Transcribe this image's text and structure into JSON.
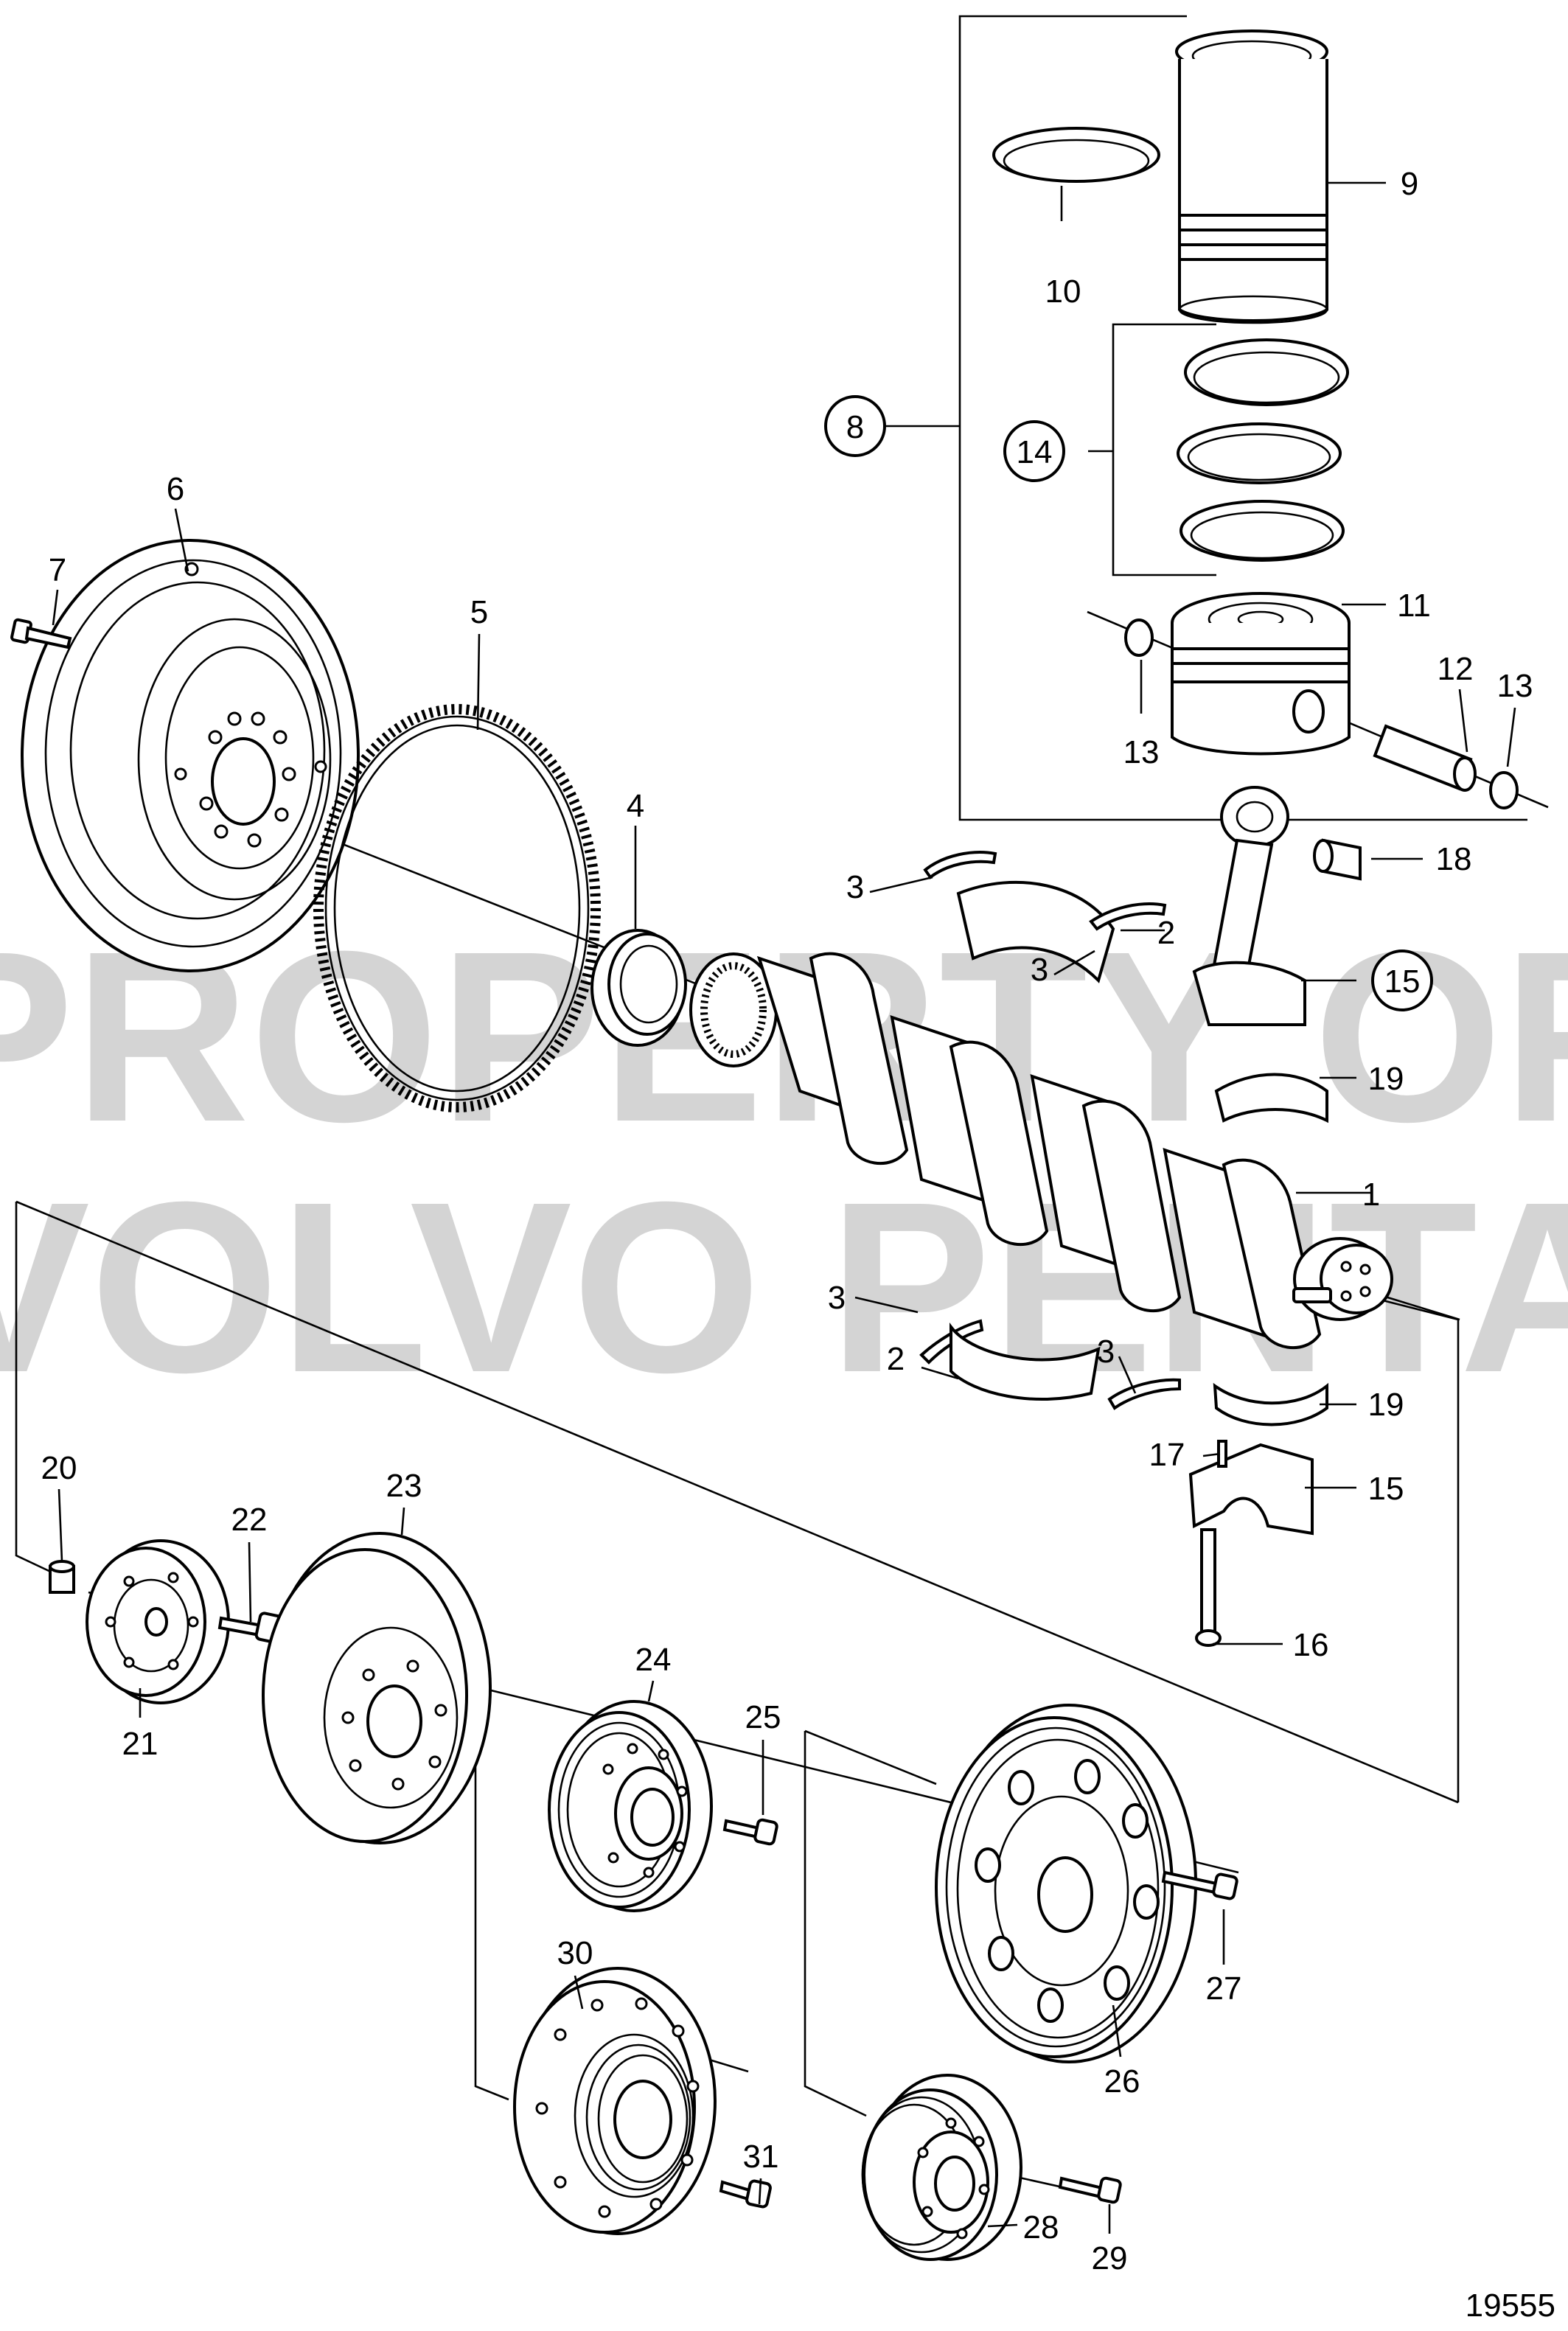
{
  "watermark": {
    "line1": "PROPERTY OF",
    "line2": "VOLVO PENTA"
  },
  "drawing_number": "19555",
  "callouts": {
    "c1": "1",
    "c2a": "2",
    "c2b": "2",
    "c3a": "3",
    "c3b": "3",
    "c3c": "3",
    "c3d": "3",
    "c4": "4",
    "c5": "5",
    "c6": "6",
    "c7": "7",
    "c8": "8",
    "c9": "9",
    "c10": "10",
    "c11": "11",
    "c12": "12",
    "c13a": "13",
    "c13b": "13",
    "c14": "14",
    "c15a": "15",
    "c15b": "15",
    "c16": "16",
    "c17": "17",
    "c18": "18",
    "c19a": "19",
    "c19b": "19",
    "c20": "20",
    "c21": "21",
    "c22": "22",
    "c23": "23",
    "c24": "24",
    "c25": "25",
    "c26": "26",
    "c27": "27",
    "c28": "28",
    "c29": "29",
    "c30": "30",
    "c31": "31"
  }
}
